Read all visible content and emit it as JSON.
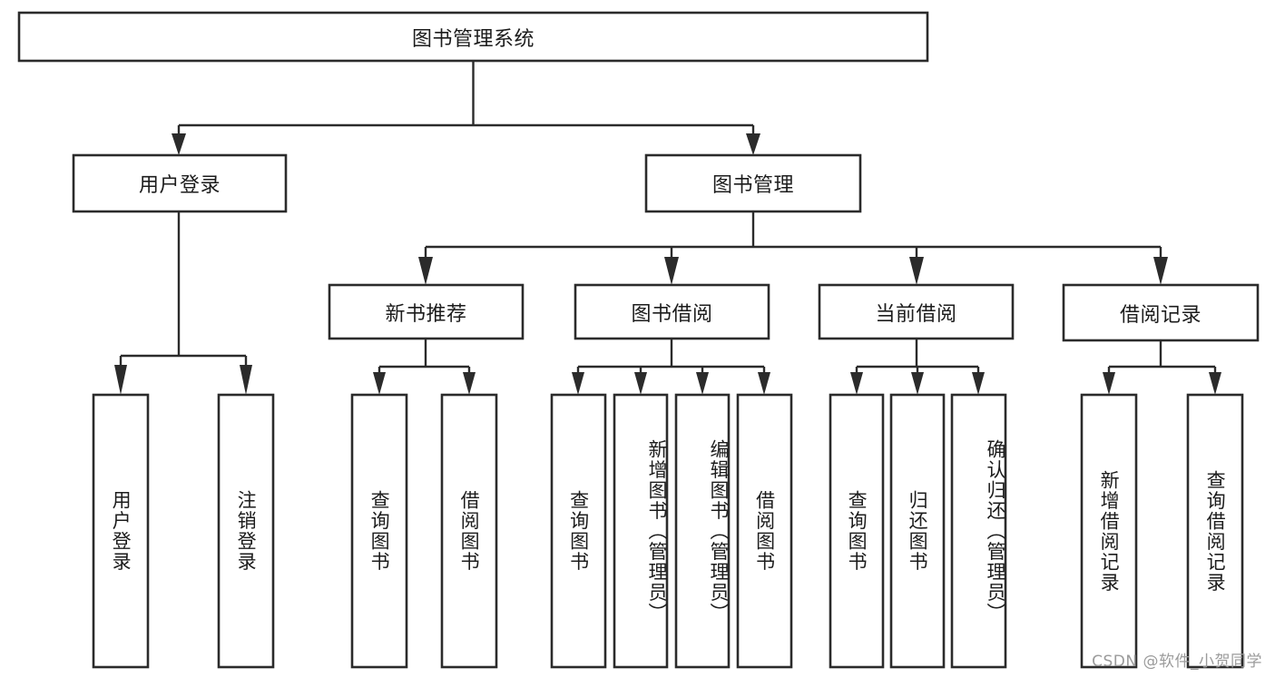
{
  "diagram": {
    "type": "tree-hierarchy-functional-decomposition",
    "title": "图书管理系统",
    "watermark": "CSDN @软件_小贺同学",
    "colors": {
      "background": "#ffffff",
      "box_stroke": "#2b2b2b",
      "box_fill": "#ffffff",
      "text": "#1c1c1c",
      "watermark": "#9b9b9b"
    },
    "levels": {
      "root": {
        "label": "图书管理系统",
        "orientation": "horizontal"
      },
      "level2": [
        {
          "label": "用户登录",
          "orientation": "horizontal"
        },
        {
          "label": "图书管理",
          "orientation": "horizontal"
        }
      ],
      "level3": [
        {
          "label": "新书推荐",
          "orientation": "horizontal"
        },
        {
          "label": "图书借阅",
          "orientation": "horizontal"
        },
        {
          "label": "当前借阅",
          "orientation": "horizontal"
        },
        {
          "label": "借阅记录",
          "orientation": "horizontal"
        }
      ],
      "leaves": [
        {
          "label": "用户登录",
          "parent": "用户登录",
          "orientation": "vertical"
        },
        {
          "label": "注销登录",
          "parent": "用户登录",
          "orientation": "vertical"
        },
        {
          "label": "查询图书",
          "parent": "新书推荐",
          "orientation": "vertical"
        },
        {
          "label": "借阅图书",
          "parent": "新书推荐",
          "orientation": "vertical"
        },
        {
          "label": "查询图书",
          "parent": "图书借阅",
          "orientation": "vertical"
        },
        {
          "label": "新增图书（管理员）",
          "parent": "图书借阅",
          "orientation": "vertical"
        },
        {
          "label": "编辑图书（管理员）",
          "parent": "图书借阅",
          "orientation": "vertical"
        },
        {
          "label": "借阅图书",
          "parent": "图书借阅",
          "orientation": "vertical"
        },
        {
          "label": "查询图书",
          "parent": "当前借阅",
          "orientation": "vertical"
        },
        {
          "label": "归还图书",
          "parent": "当前借阅",
          "orientation": "vertical"
        },
        {
          "label": "确认归还（管理员）",
          "parent": "当前借阅",
          "orientation": "vertical"
        },
        {
          "label": "新增借阅记录",
          "parent": "借阅记录",
          "orientation": "vertical"
        },
        {
          "label": "查询借阅记录",
          "parent": "借阅记录",
          "orientation": "vertical"
        }
      ]
    }
  }
}
